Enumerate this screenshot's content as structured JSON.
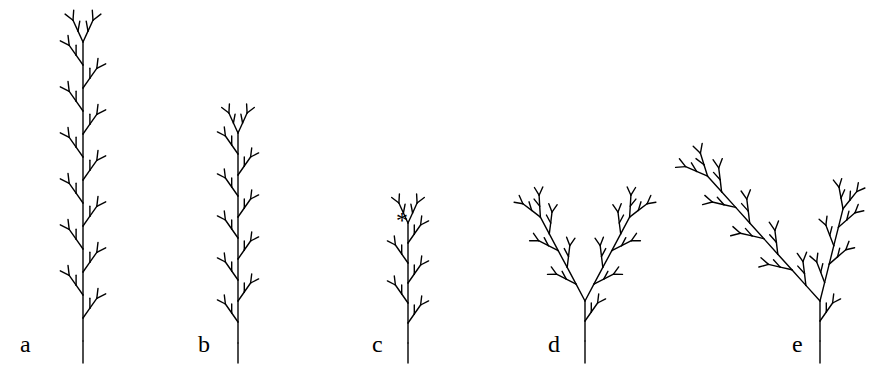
{
  "diagram": {
    "labels": [
      "a",
      "b",
      "c",
      "d",
      "e",
      "*"
    ]
  }
}
